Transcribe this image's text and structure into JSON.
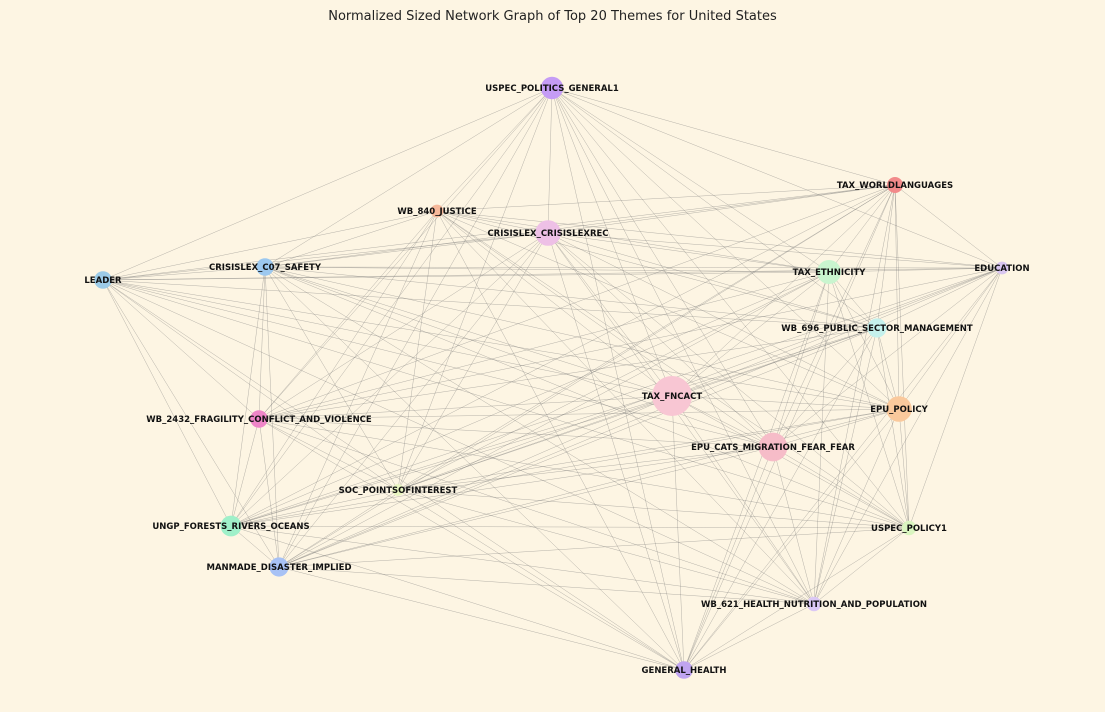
{
  "title": "Normalized Sized Network Graph of Top 20 Themes for United States",
  "colors": {
    "background": "#fdf5e3",
    "edge": "#6d6d6d",
    "label": "#111111"
  },
  "nodes": [
    {
      "id": "USPEC_POLITICS_GENERAL1",
      "color": "#c59cf5",
      "size": 0.45
    },
    {
      "id": "TAX_WORLDLANGUAGES",
      "color": "#f28a8a",
      "size": 0.25
    },
    {
      "id": "WB_840_JUSTICE",
      "color": "#f6b89a",
      "size": 0.15
    },
    {
      "id": "CRISISLEX_CRISISLEXREC",
      "color": "#eec0e6",
      "size": 0.55
    },
    {
      "id": "LEADER",
      "color": "#9ccbe8",
      "size": 0.3
    },
    {
      "id": "CRISISLEX_C07_SAFETY",
      "color": "#9cc8ef",
      "size": 0.3
    },
    {
      "id": "TAX_ETHNICITY",
      "color": "#c9f5cf",
      "size": 0.5
    },
    {
      "id": "EDUCATION",
      "color": "#d9c6f0",
      "size": 0.15
    },
    {
      "id": "WB_696_PUBLIC_SECTOR_MANAGEMENT",
      "color": "#c5f1ec",
      "size": 0.35
    },
    {
      "id": "TAX_FNCACT",
      "color": "#f8c6d3",
      "size": 1.0
    },
    {
      "id": "EPU_POLICY",
      "color": "#fac99c",
      "size": 0.55
    },
    {
      "id": "WB_2432_FRAGILITY_CONFLICT_AND_VIOLENCE",
      "color": "#ef86c8",
      "size": 0.3
    },
    {
      "id": "EPU_CATS_MIGRATION_FEAR_FEAR",
      "color": "#f6bcc8",
      "size": 0.65
    },
    {
      "id": "SOC_POINTSOFINTEREST",
      "color": "#e8f5c0",
      "size": 0.12
    },
    {
      "id": "UNGP_FORESTS_RIVERS_OCEANS",
      "color": "#9ff0c9",
      "size": 0.4
    },
    {
      "id": "USPEC_POLICY1",
      "color": "#daf5c0",
      "size": 0.2
    },
    {
      "id": "MANMADE_DISASTER_IMPLIED",
      "color": "#a8c2f5",
      "size": 0.35
    },
    {
      "id": "WB_621_HEALTH_NUTRITION_AND_POPULATION",
      "color": "#dbc8f5",
      "size": 0.2
    },
    {
      "id": "GENERAL_HEALTH",
      "color": "#c0a4f0",
      "size": 0.3
    }
  ]
}
